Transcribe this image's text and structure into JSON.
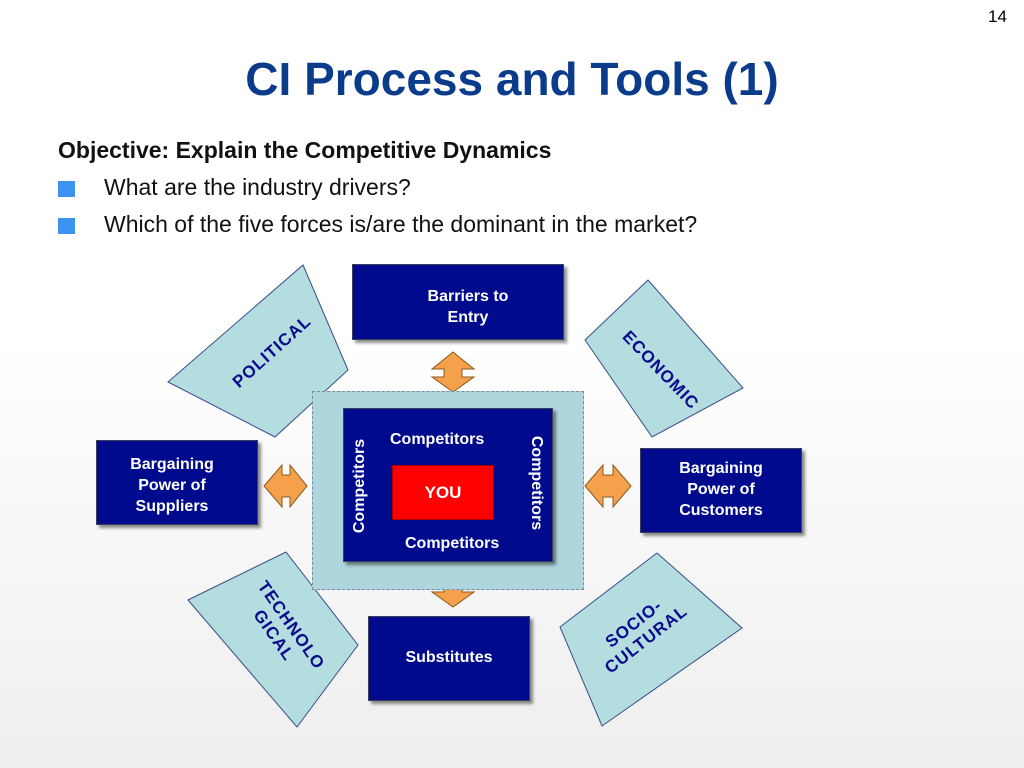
{
  "page_number": "14",
  "title": "CI Process and Tools (1)",
  "objective": "Objective: Explain the Competitive Dynamics",
  "bullets": [
    "What are the industry drivers?",
    "Which of the five forces is/are the dominant in the market?"
  ],
  "forces": {
    "barriers": "Barriers to\nEntry",
    "suppliers": "Bargaining\nPower of\nSuppliers",
    "customers": "Bargaining\nPower of\nCustomers",
    "substitutes": "Substitutes"
  },
  "center": {
    "competitors_top": "Competitors",
    "competitors_bottom": "Competitors",
    "competitors_left": "Competitors",
    "competitors_right": "Competitors",
    "you": "YOU"
  },
  "pest": {
    "political": "POLITICAL",
    "economic": "ECONOMIC",
    "technological": "TECHNOLO\nGICAL",
    "sociocultural": "SOCIO-\nCULTURAL"
  },
  "colors": {
    "title": "#0b3c8c",
    "box_fill": "#000a8c",
    "you_fill": "#ff0000",
    "pest_fill": "#b4dde0",
    "arrow_fill": "#f5a04a",
    "bullet": "#3d94f0"
  }
}
